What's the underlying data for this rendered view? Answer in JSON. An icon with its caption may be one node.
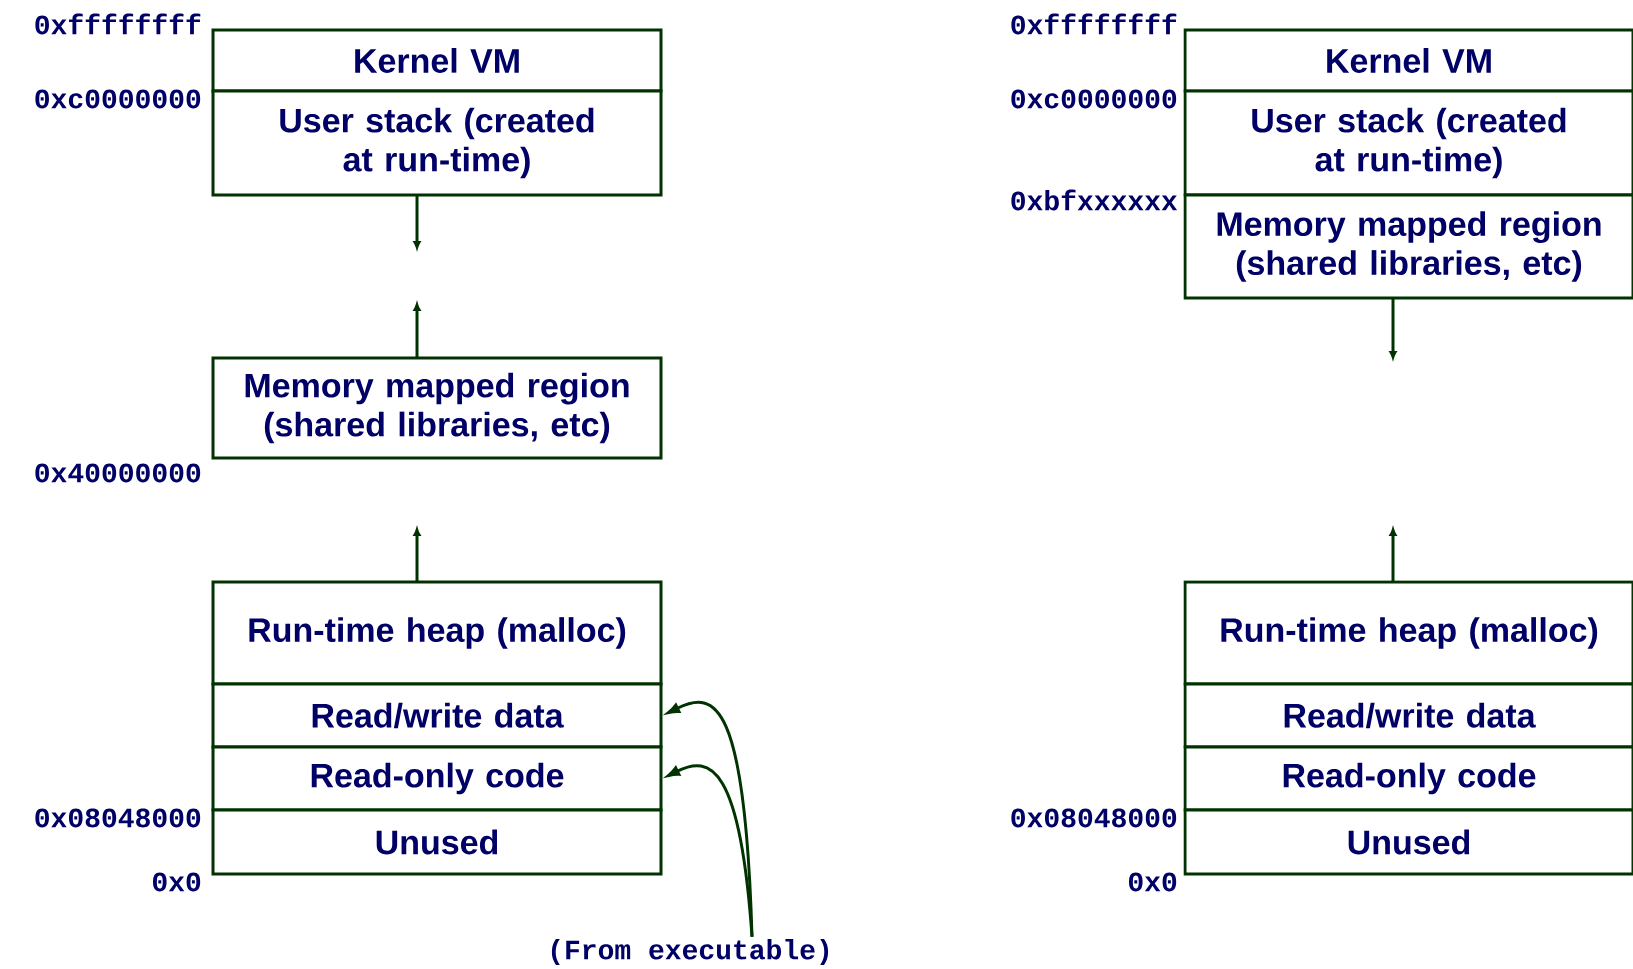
{
  "diagram": {
    "nodes": [
      {
        "text": [
          "Kernel VM"
        ]
      },
      {
        "text": [
          "User stack (created at run-time)"
        ]
      },
      {
        "text": [
          "Memory mapped region (shared libraries, etc)"
        ]
      },
      {
        "text": [
          "Run-time heap (malloc)"
        ]
      },
      {
        "text": [
          "Read/write data"
        ]
      },
      {
        "text": [
          "Read-only code"
        ]
      },
      {
        "text": [
          "Unused"
        ]
      },
      {
        "text": [
          "Kernel VM"
        ]
      },
      {
        "text": [
          "User stack (created at run-time)"
        ]
      },
      {
        "text": [
          "Memory mapped region (shared libraries, etc)"
        ]
      },
      {
        "text": [
          "Run-time heap (malloc)"
        ]
      },
      {
        "text": [
          "Read/write data"
        ]
      },
      {
        "text": [
          "Read-only code"
        ]
      },
      {
        "text": [
          "Unused"
        ]
      },
      {
        "text": [
          "(From executable)"
        ]
      }
    ],
    "edges": [
      {
        "from": 14,
        "to": 4,
        "arrow": "to"
      },
      {
        "from": 14,
        "to": 5,
        "arrow": "to"
      }
    ],
    "labels": [
      "0xffffffff",
      "0xc0000000",
      "0x40000000",
      "0x08048000",
      "0x0",
      "0xffffffff",
      "0xc0000000",
      "0xbfxxxxxx",
      "0x08048000",
      "0x0"
    ]
  }
}
